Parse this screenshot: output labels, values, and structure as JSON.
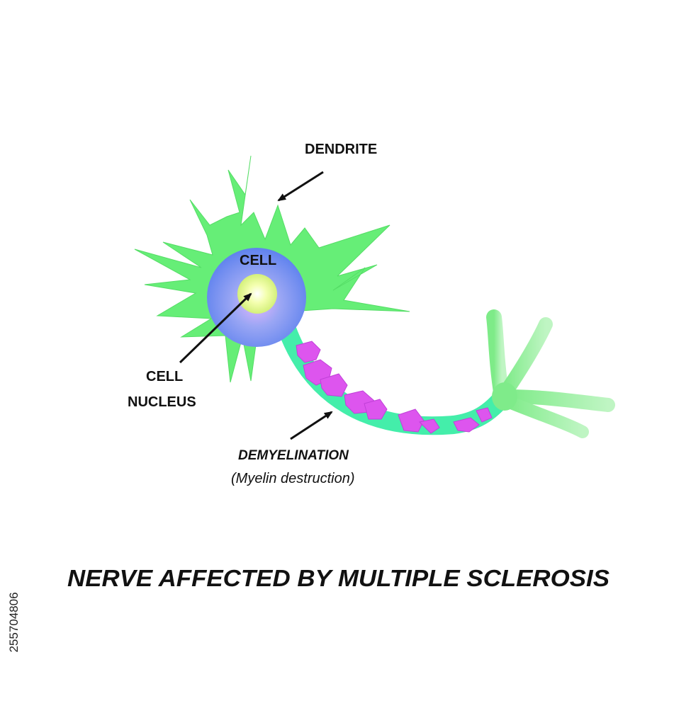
{
  "labels": {
    "dendrite": "DENDRITE",
    "cell": "CELL",
    "nucleus_line1": "CELL",
    "nucleus_line2": "NUCLEUS",
    "demyelination": "DEMYELINATION",
    "myelin": "(Myelin destruction)"
  },
  "title": "NERVE AFFECTED BY MULTIPLE SCLEROSIS",
  "stock_id": "255704806",
  "colors": {
    "dendrite_green": "#66ee77",
    "axon_cyan": "#44eeaa",
    "myelin_magenta": "#dd55ee",
    "terminal_green": "#99f09f",
    "cell_blue": "#6f8ff0",
    "nucleus_yellow": "#f0ff9a",
    "text": "#111111",
    "arrow": "#111111"
  }
}
